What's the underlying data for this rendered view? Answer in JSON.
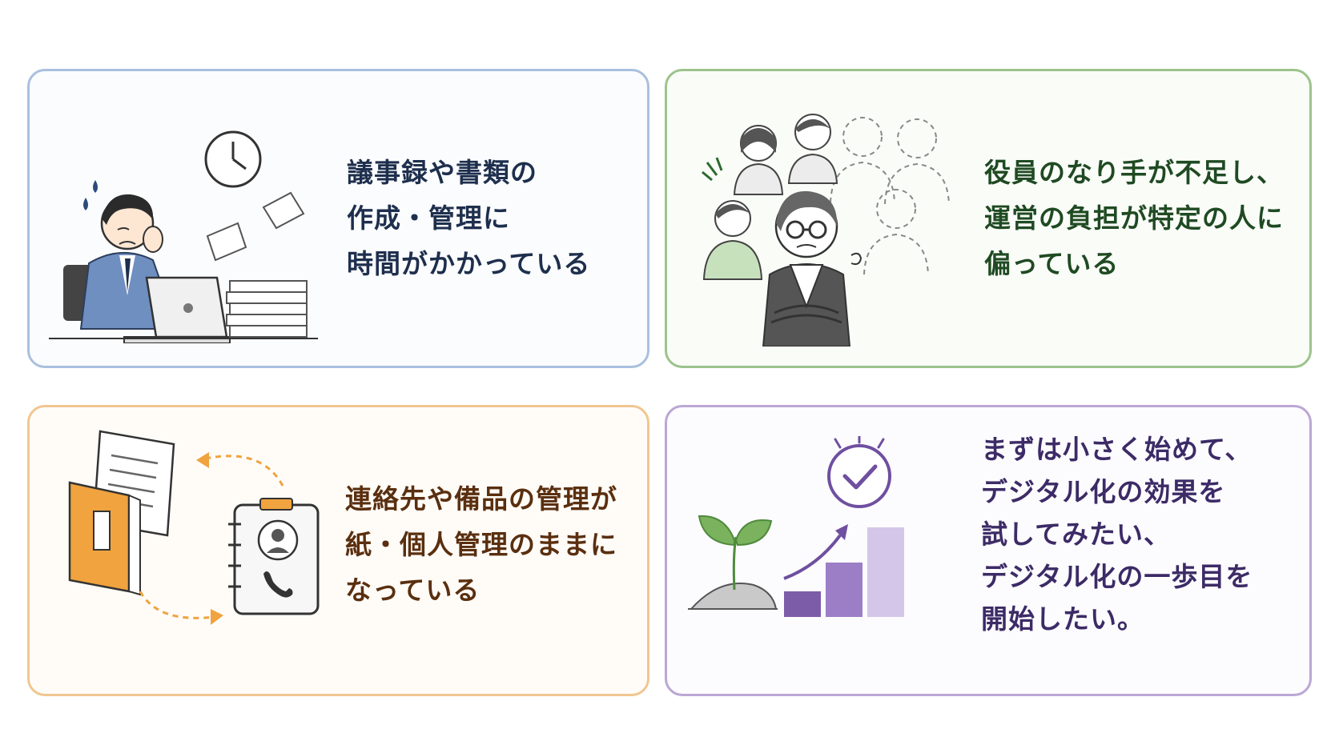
{
  "cards": [
    {
      "lines": [
        "議事録や書類の",
        "作成・管理に",
        "時間がかかっている"
      ],
      "border_color": "#a9c0de",
      "text_color": "#1e2f4d"
    },
    {
      "lines": [
        "役員のなり手が不足し、",
        "運営の負担が特定の人に",
        "偏っている"
      ],
      "border_color": "#9cc38c",
      "text_color": "#1f4a22"
    },
    {
      "lines": [
        "連絡先や備品の管理が",
        "紙・個人管理のままに",
        "なっている"
      ],
      "border_color": "#f0c690",
      "text_color": "#5a2f0f"
    },
    {
      "lines": [
        "まずは小さく始めて、",
        "デジタル化の効果を",
        "試してみたい、",
        "デジタル化の一歩目を",
        "開始したい。"
      ],
      "border_color": "#bba7d4",
      "text_color": "#3c2b66"
    }
  ],
  "icons": {
    "card1": "stressed-office-worker-icon",
    "card2": "worried-board-member-icon",
    "card3": "paper-to-digital-contacts-icon",
    "card4": "sprout-growth-check-icon"
  }
}
